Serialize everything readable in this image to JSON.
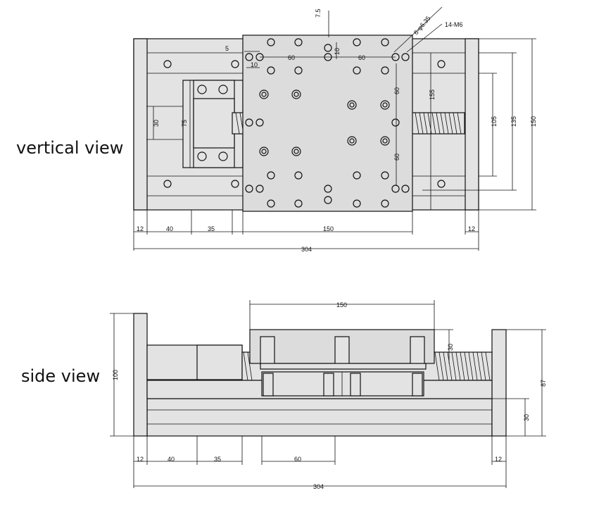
{
  "labels": {
    "vertical_view": "vertical view",
    "side_view": "side view"
  },
  "top_view": {
    "dims": {
      "d_7_5": "7.5",
      "d_5": "5",
      "d_10a": "10",
      "d_10b": "10",
      "d_60a": "60",
      "d_60b": "60",
      "hole_spec_a": "6-φ6.35",
      "hole_spec_b": "14-M6",
      "d_30": "30",
      "d_75": "75",
      "d_60c": "60",
      "d_60d": "60",
      "d_155": "155",
      "d_105": "105",
      "d_135": "135",
      "d_150r": "150",
      "d_12a": "12",
      "d_40": "40",
      "d_35": "35",
      "d_150": "150",
      "d_12b": "12",
      "d_304": "304"
    }
  },
  "side_view": {
    "dims": {
      "d_150": "150",
      "d_30": "30",
      "d_100": "100",
      "d_87": "87",
      "d_30b": "30",
      "d_12a": "12",
      "d_40": "40",
      "d_35": "35",
      "d_60": "60",
      "d_12b": "12",
      "d_304": "304"
    }
  }
}
